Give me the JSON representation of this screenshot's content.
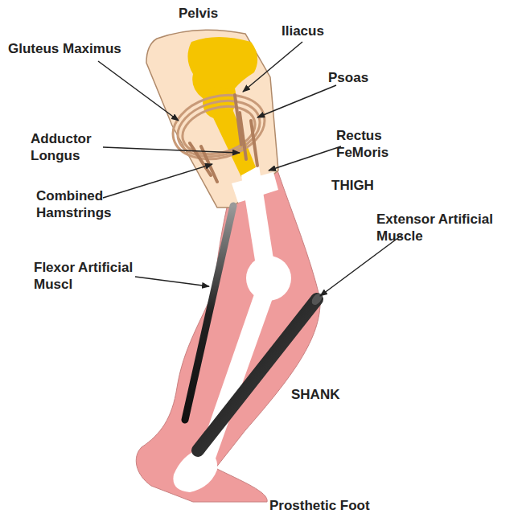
{
  "diagram": {
    "labels": [
      "Pelvis",
      "Iliacus",
      "Gluteus Maximus",
      "Psoas",
      "Adductor Longus",
      "Rectus FeMoris",
      "THIGH",
      "Combined Hamstrings",
      "Extensor Artificial Muscle",
      "Flexor Artificial Muscl",
      "SHANK",
      "Prosthetic Foot"
    ]
  }
}
